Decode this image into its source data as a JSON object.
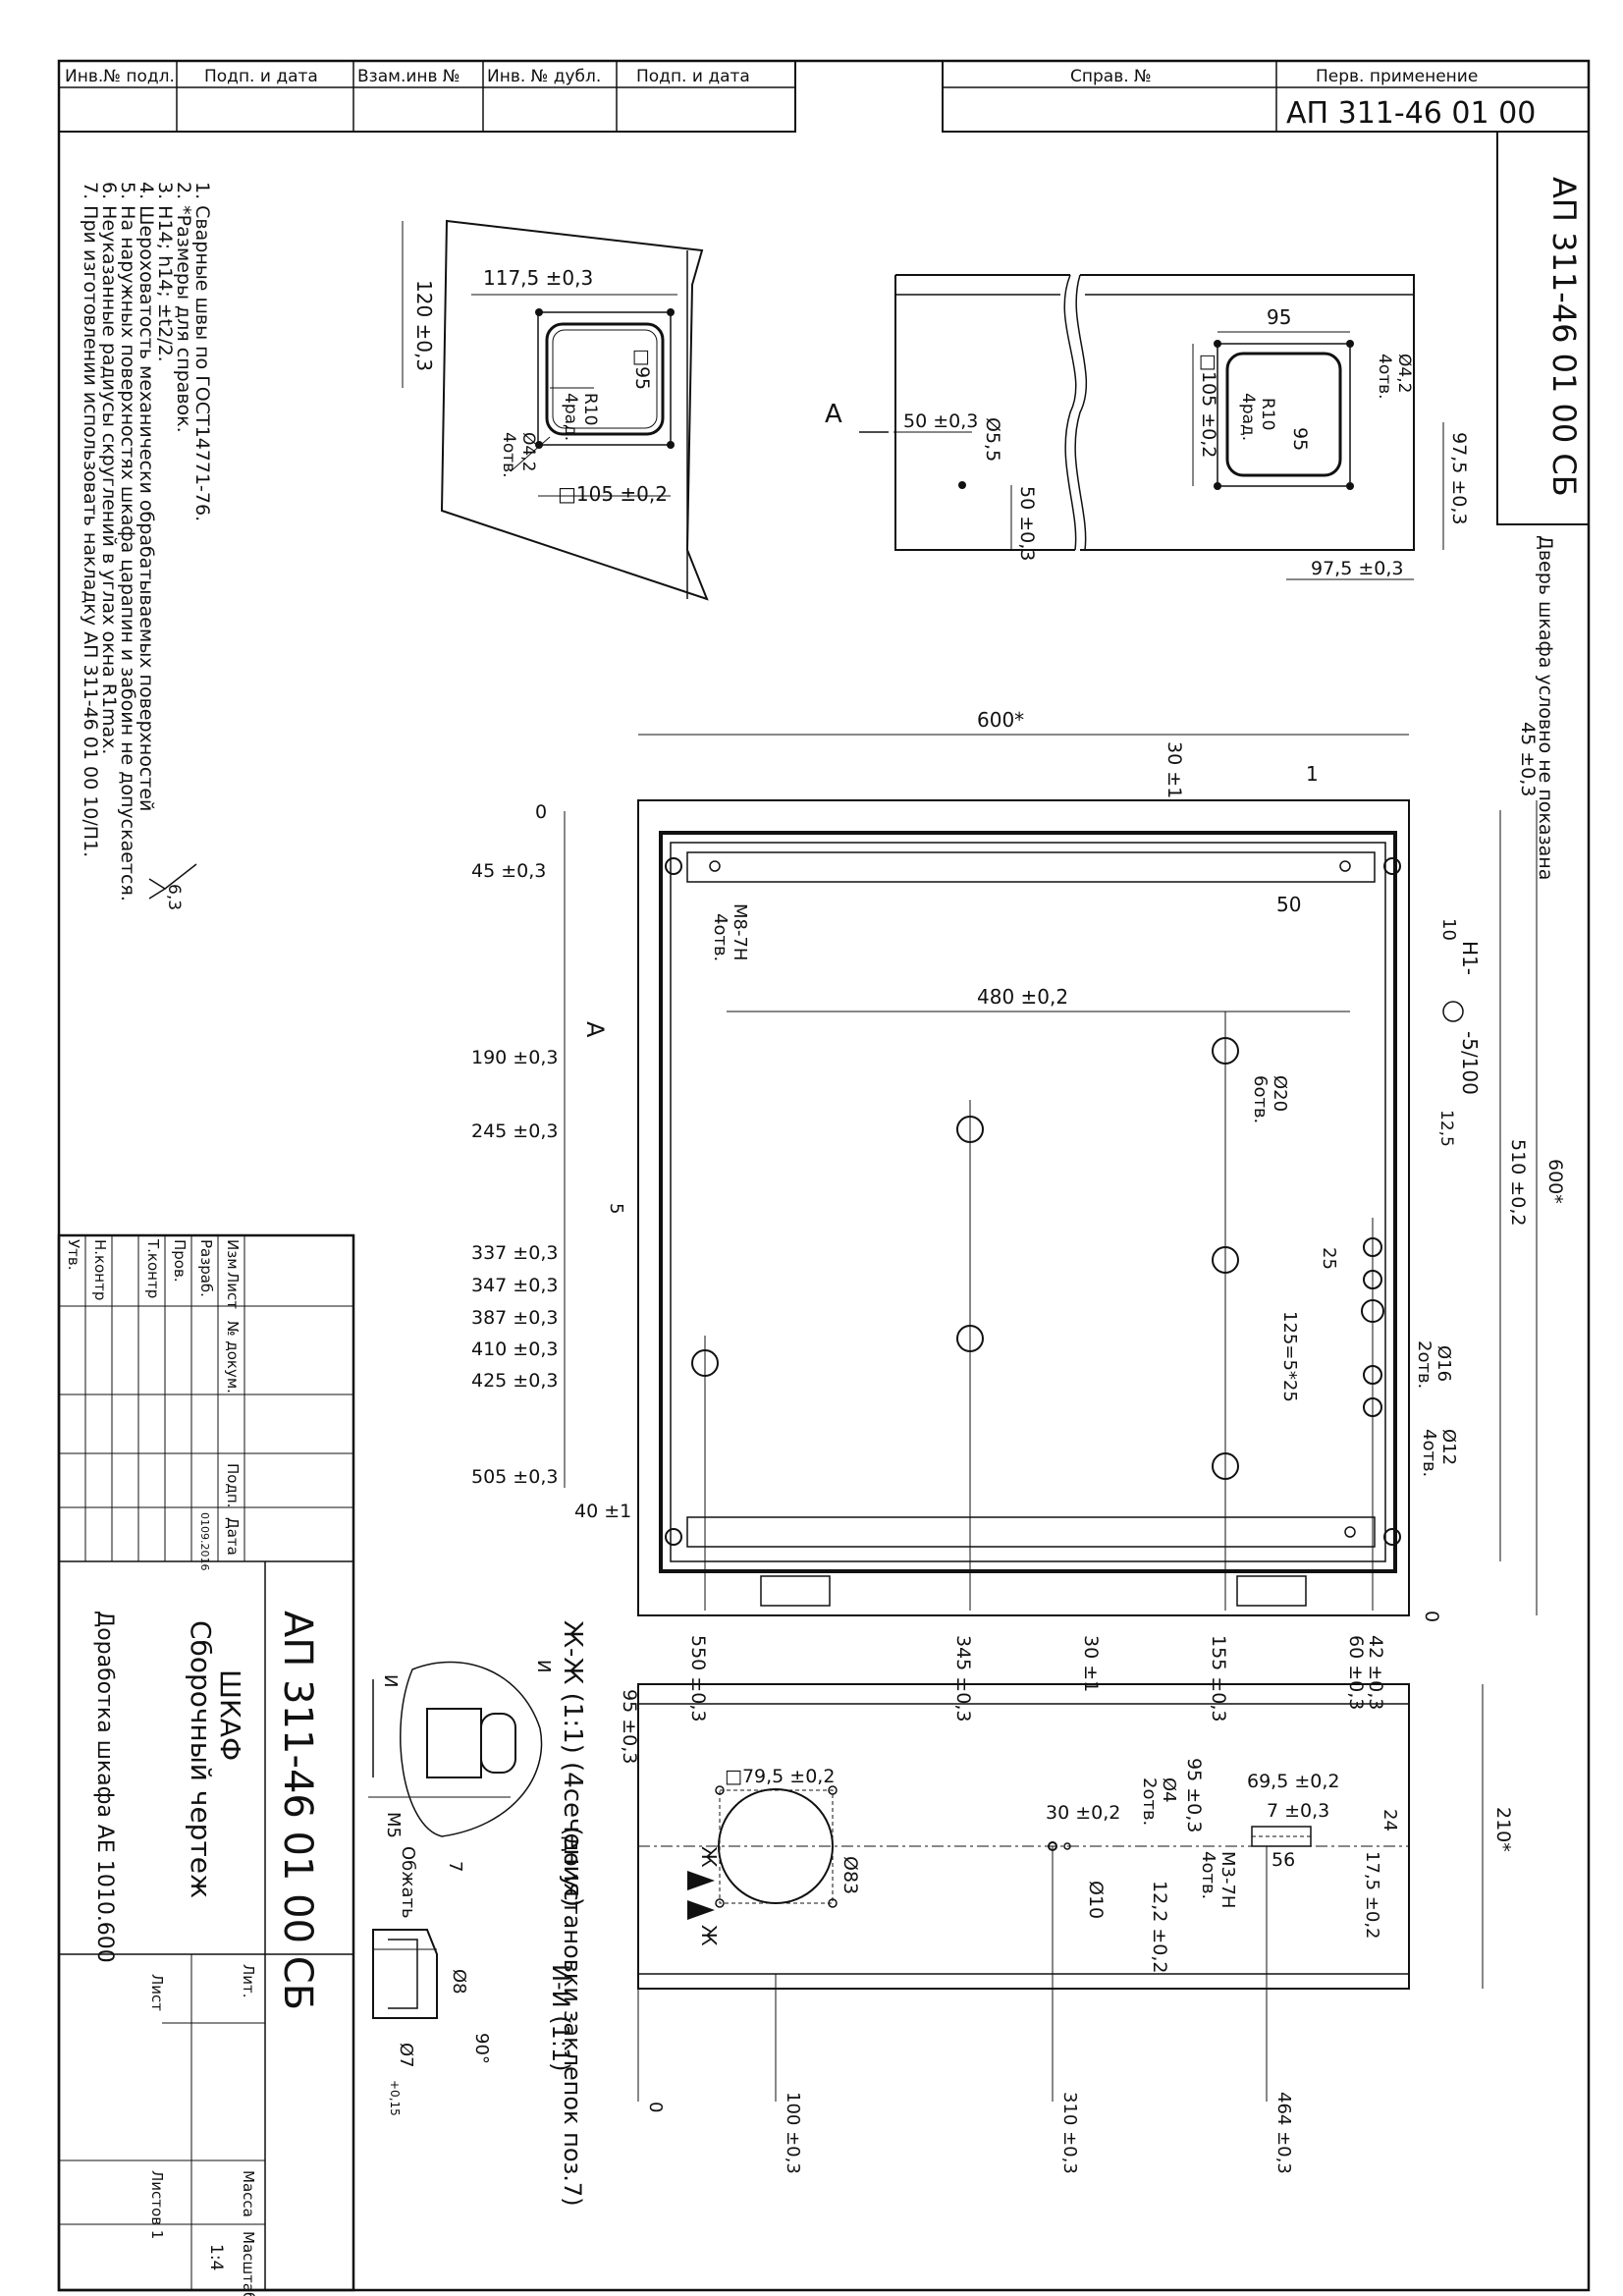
{
  "top_table": {
    "cells": [
      "Инв.№ подл.",
      "Подп. и дата",
      "Взам.инв №",
      "Инв. № дубл.",
      "Подп. и дата"
    ],
    "sprav_label": "Справ. №",
    "perv_label": "Перв. применение",
    "perv_value": "АП 311-46 01 00"
  },
  "side_code": "АП 311-46 01 00 СБ",
  "side_note": "Дверь шкафа условно не показана",
  "notes": [
    "1. Сварные швы по ГОСТ14771-76.",
    "2. *Размеры для справок.",
    "3. H14; h14; ±t2/2.",
    "4. Шероховатость механически обрабатываемых поверхностей",
    "5. На наружных поверхностях шкафа царапин и забоин не допускается.",
    "6. Неуказанные радиусы скруглений в углах окна R1max.",
    "7. При изготовлении использовать накладку АП 311-46 01 00 10/П1."
  ],
  "roughness": "6,3",
  "view_a_label": "А",
  "detail_left": {
    "dims": [
      "117,5 ±0,3",
      "120 ±0,3",
      "□95",
      "R10",
      "4рад.",
      "Ø4,2",
      "4отв.",
      "□105 ±0,2"
    ]
  },
  "detail_right": {
    "dims": [
      "95",
      "Ø4,2",
      "4отв.",
      "□105 ±0,2",
      "R10",
      "4рад.",
      "95",
      "Ø5,5",
      "50 ±0,3",
      "50 ±0,3",
      "97,5 ±0,3",
      "97,5 ±0,3"
    ]
  },
  "main_view": {
    "top_dims": [
      "600*",
      "30 ±1",
      "50",
      "480 ±0,2",
      "1"
    ],
    "left_dims": [
      "0",
      "45 ±0,3",
      "190 ±0,3",
      "245 ±0,3",
      "337 ±0,3",
      "347 ±0,3",
      "387 ±0,3",
      "410 ±0,3",
      "425 ±0,3",
      "505 ±0,3",
      "40 ±1"
    ],
    "right_dims": [
      "45 ±0,3",
      "510 ±0,2",
      "600*"
    ],
    "bottom_dims": [
      "550 ±0,3",
      "345 ±0,3",
      "30 ±1",
      "155 ±0,3",
      "42 ±0,3",
      "60 ±0,3",
      "0"
    ],
    "callouts": [
      "М8-7Н",
      "4отв.",
      "Ø20",
      "6отв.",
      "Ø16",
      "2отв.",
      "Ø12",
      "4отв.",
      "125=5*25",
      "25",
      "5",
      "А",
      "10",
      "Н1-",
      "-5/100",
      "12,5"
    ]
  },
  "section_zh": {
    "title": "Ж-Ж (1:1) (4сечения)",
    "labels": [
      "И",
      "И",
      "М5",
      "Обжать",
      "7"
    ]
  },
  "section_i": {
    "title": "И-И (1:1)",
    "subtitle": "(до установки заклепок поз.7)",
    "labels": [
      "Ø8",
      "90°",
      "Ø7",
      "+0,15"
    ]
  },
  "bottom_view": {
    "dims": [
      "95 ±0,3",
      "□79,5 ±0,2",
      "Ø83",
      "30 ±0,2",
      "Ø4",
      "2отв.",
      "95 ±0,3",
      "Ø10",
      "12,2 ±0,2",
      "69,5 ±0,2",
      "7 ±0,3",
      "М3-7Н",
      "4отв.",
      "56",
      "24",
      "17,5 ±0,2",
      "210*",
      "0",
      "100 ±0,3",
      "310 ±0,3",
      "464 ±0,3",
      "Ж",
      "Ж"
    ]
  },
  "title_block": {
    "code": "АП 311-46 01 00 СБ",
    "name": "ШКАФ",
    "doc_type": "Сборочный чертеж",
    "org": "Доработка шкафа АЕ 1010.600",
    "headers": [
      "Изм",
      "Лист",
      "№ докум.",
      "Подп.",
      "Дата"
    ],
    "roles": [
      "Разраб.",
      "Пров.",
      "Т.контр",
      "Н.контр",
      "Утв."
    ],
    "date": "0109.2016",
    "lit_label": "Лит.",
    "mass_label": "Масса",
    "scale_label": "Масштаб",
    "scale": "1:4",
    "sheet_label": "Лист",
    "sheets_label": "Листов 1"
  }
}
